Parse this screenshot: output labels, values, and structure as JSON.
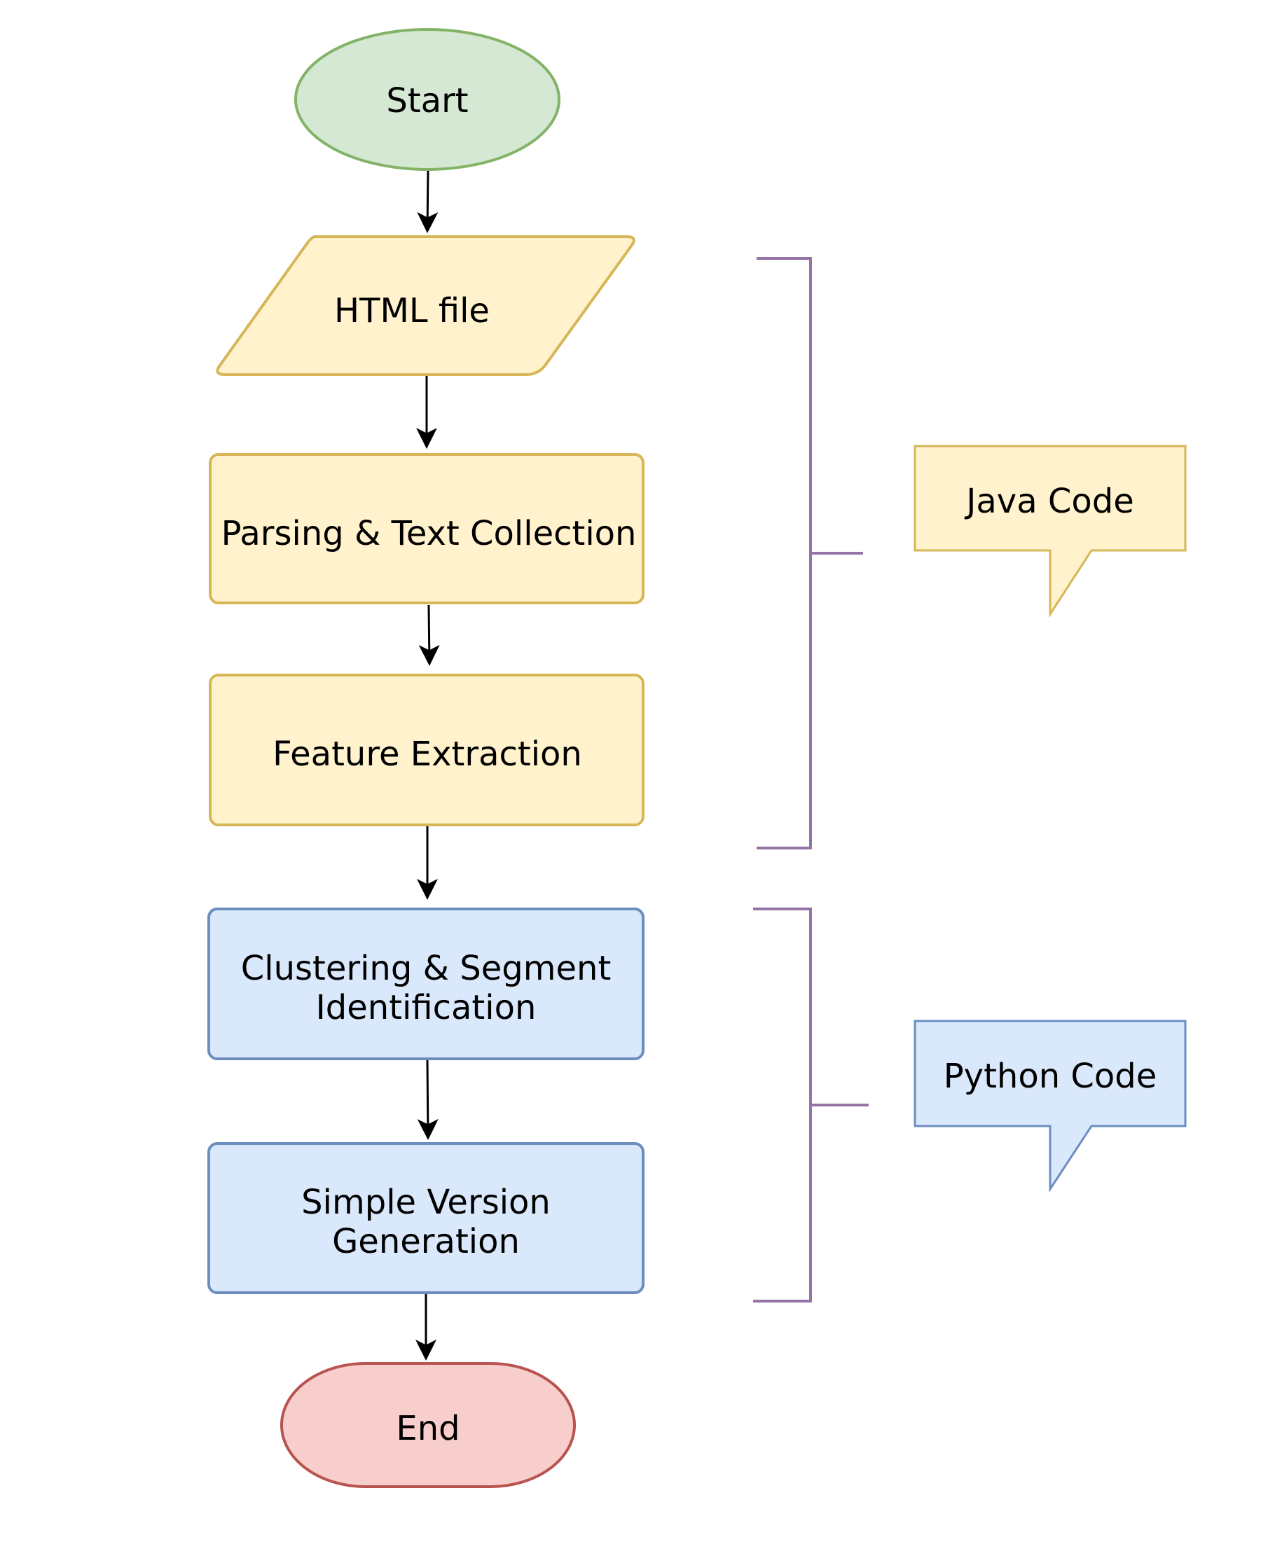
{
  "nodes": {
    "start": {
      "label": "Start",
      "fill": "#d5e8d4",
      "stroke": "#82b366"
    },
    "html_file": {
      "label": "HTML file",
      "fill": "#fff2cc",
      "stroke": "#d6b656"
    },
    "parsing": {
      "label": "Parsing & Text Collection",
      "fill": "#fff2cc",
      "stroke": "#d6b656"
    },
    "feature": {
      "label": "Feature Extraction",
      "fill": "#fff2cc",
      "stroke": "#d6b656"
    },
    "clustering": {
      "label_line1": "Clustering & Segment",
      "label_line2": "Identification",
      "fill": "#dae8fc",
      "stroke": "#6c8ebf"
    },
    "simple": {
      "label_line1": "Simple Version",
      "label_line2": "Generation",
      "fill": "#dae8fc",
      "stroke": "#6c8ebf"
    },
    "end": {
      "label": "End",
      "fill": "#f8cecc",
      "stroke": "#b85450"
    }
  },
  "callouts": {
    "java": {
      "label": "Java Code",
      "fill": "#fff2cc",
      "stroke": "#d6b656"
    },
    "python": {
      "label": "Python Code",
      "fill": "#dae8fc",
      "stroke": "#6c8ebf"
    }
  },
  "bracket_color": "#9673a6",
  "arrow_color": "#000000"
}
